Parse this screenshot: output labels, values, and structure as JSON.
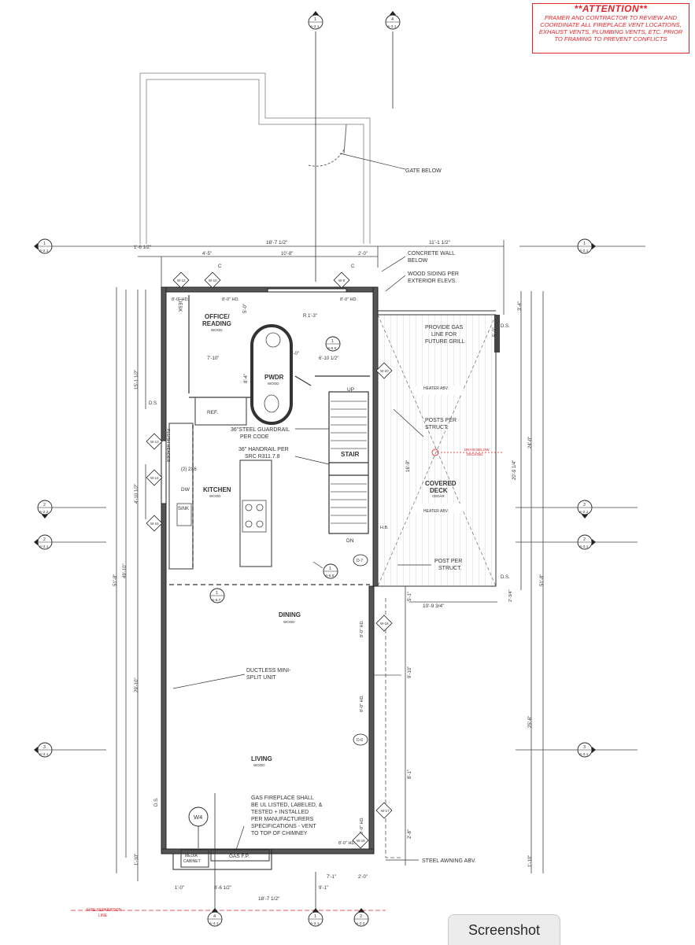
{
  "attention": {
    "title": "**ATTENTION**",
    "body": "FRAMER AND CONTRACTOR TO REVIEW AND COORDINATE ALL FIREPLACE VENT LOCATIONS, EXHAUST VENTS, PLUMBING VENTS, ETC. PRIOR TO FRAMING TO PREVENT CONFLICTS"
  },
  "callouts": {
    "gate_below": "GATE BELOW",
    "concrete_wall": [
      "CONCRETE WALL",
      "BELOW"
    ],
    "wood_siding": [
      "WOOD SIDING PER",
      "EXTERIOR ELEVS."
    ],
    "gas_line": [
      "PROVIDE GAS",
      "LINE FOR",
      "FUTURE GRILL"
    ],
    "posts": [
      "POSTS PER",
      "STRUCT."
    ],
    "post": [
      "POST PER",
      "STRUCT."
    ],
    "guardrail": [
      "36\"STEEL GUARDRAIL",
      "PER CODE"
    ],
    "handrail": [
      "36\" HANDRAIL PER",
      "SRC R311.7.8"
    ],
    "minisplit": [
      "DUCTLESS MINI-",
      "SPLIT UNIT"
    ],
    "fireplace": [
      "GAS FIREPLACE SHALL",
      "BE UL LISTED, LABELED, &",
      "TESTED + INSTALLED",
      "PER MANUFACTURERS",
      "SPECIFICATIONS - VENT",
      "TO TOP OF CHIMNEY"
    ],
    "steel_awning": "STEEL AWNING ABV.",
    "fire_separation": [
      "FIRE SEPARATION",
      "LINE"
    ],
    "heater1": "HEATER ABV.",
    "heater2": "HEATER ABV.",
    "drain": [
      "DRAIN BELOW",
      "DECKING"
    ]
  },
  "rooms": {
    "office": [
      "OFFICE/",
      "READING"
    ],
    "office_floor": "WOOD",
    "pwdr": "PWDR",
    "pwdr_floor": "WOOD",
    "kitchen": "KITCHEN",
    "kitchen_floor": "WOOD",
    "stair": "STAIR",
    "dining": "DINING",
    "dining_floor": "WOOD",
    "living": "LIVING",
    "living_floor": "WOOD",
    "deck": [
      "COVERED",
      "DECK"
    ],
    "deck_floor": "CEDAR",
    "desk": "DESK",
    "ref": "REF.",
    "dw": "DW",
    "sink": "SINK",
    "two_x6": "(2) 2X6",
    "flush_header": "FLUSH HEADER",
    "media": [
      "MEDIA",
      "CABINET"
    ],
    "gas_fp": "GAS F.P.",
    "up": "UP",
    "dn": "DN",
    "hb": "H.B."
  },
  "dimensions": {
    "top_overall": "18'-7 1/2\"",
    "top_right": "11'-1 1/2\"",
    "top_left_small": "1'-6 1/2\"",
    "top_a": "4'-5\"",
    "top_b": "10'-8\"",
    "top_c": "2'-0\"",
    "bottom_overall": "18'-7 1/2\"",
    "bottom_a": "1'-0\"",
    "bottom_b": "8'-6 1/2\"",
    "bottom_c": "9'-1\"",
    "bottom_d": "7'-1\"",
    "bottom_e": "2'-0\"",
    "left_overall": "51'-8\"",
    "left_b": "49'-10\"",
    "left_c": "15'-1 1/2\"",
    "left_d": "4'-10 1/2\"",
    "left_e": "29'-10\"",
    "left_f": "1'-10\"",
    "right_a": "3'-4\"",
    "right_b": "20'-9 1/4\"",
    "right_c": "24'-0\"",
    "right_d": "51'-8\"",
    "right_e": "25'-6\"",
    "right_f": "1'-10\"",
    "deck_width": "10'-9 3/4\"",
    "deck_side": "2'-3/4\"",
    "stair_run": "16'-9\"",
    "interior_a": "7'-10\"",
    "interior_b": "3'-0\"",
    "interior_c": "6'-10 1/2\"",
    "interior_d": "8'-4\"",
    "interior_e": "5'-0\"",
    "radius": "R 1'-3\"",
    "r_a": "5'-1\"",
    "r_b": "9'-10\"",
    "r_c": "8'-1\"",
    "r_d": "2'-8\"",
    "r_e": "5'-0\"",
    "ds": "D.S."
  },
  "heights": [
    "8'-0\" HD.",
    "8'-0\" HD.",
    "8'-0\" HD.",
    "8'-0\" HD.",
    "8'-0\" HD.",
    "8'-0\" HD.",
    "8'-0\" HD."
  ],
  "section_markers": [
    {
      "num": "1",
      "ref": "A-3.1"
    },
    {
      "num": "4",
      "ref": "A-3.1"
    },
    {
      "num": "1",
      "ref": "A-2.1"
    },
    {
      "num": "1",
      "ref": "A-2.1"
    },
    {
      "num": "2",
      "ref": "A-2.2"
    },
    {
      "num": "2",
      "ref": "A-2.1"
    },
    {
      "num": "2",
      "ref": "A-3.1"
    },
    {
      "num": "2",
      "ref": "A-3.1"
    },
    {
      "num": "3",
      "ref": "A-3.1"
    },
    {
      "num": "3",
      "ref": "A-3.1"
    },
    {
      "num": "4",
      "ref": "A-4.1"
    },
    {
      "num": "1",
      "ref": "A-3.1"
    },
    {
      "num": "2",
      "ref": "A-2.2"
    }
  ],
  "detail_markers": [
    {
      "num": "1",
      "ref": "A-6.5"
    },
    {
      "num": "1",
      "ref": "A-6.6"
    },
    {
      "num": "1",
      "ref": "A-6.7"
    }
  ],
  "tags": {
    "w12a": "W-12",
    "w10": "W-10",
    "w9": "W-9",
    "w20": "W-20",
    "w13": "W-13",
    "w14": "W-14",
    "w15": "W-15",
    "w16": "W-16",
    "w17": "W-17",
    "w18": "W-18",
    "w4": "W4",
    "d7": "D-7",
    "d6": "D-6",
    "c": "C"
  },
  "screenshot_button": "Screenshot"
}
